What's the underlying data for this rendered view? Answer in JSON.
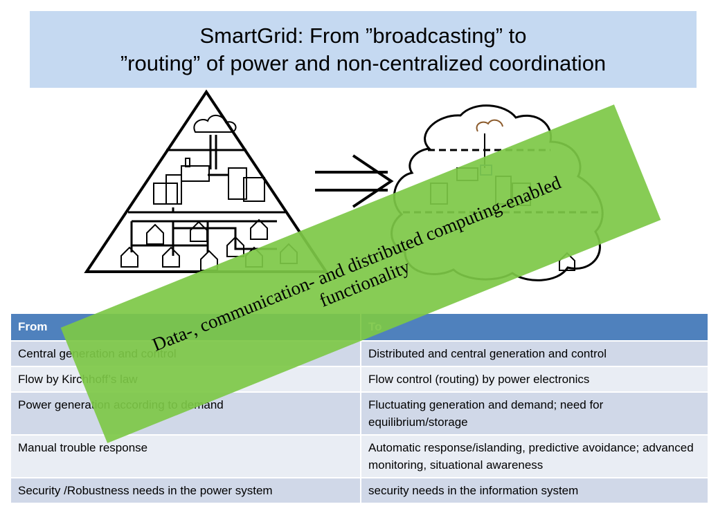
{
  "title": {
    "line1": "SmartGrid:  From ”broadcasting” to",
    "line2": "”routing” of power  and non-centralized coordination"
  },
  "illustration": {
    "left_icon": "traditional-grid-pyramid-icon",
    "arrow_icon": "double-arrow-icon",
    "right_icon": "smart-grid-cloud-icon"
  },
  "banner": {
    "line1": "Data-, communication- and distributed computing-enabled",
    "line2": "functionality"
  },
  "table": {
    "headers": [
      "From",
      "To"
    ],
    "rows": [
      [
        "Central generation and control",
        "Distributed and central generation and control"
      ],
      [
        "Flow by Kirchhoff’s law",
        "Flow control (routing) by power electronics"
      ],
      [
        "Power generation according to demand",
        "Fluctuating generation and demand; need for equilibrium/storage"
      ],
      [
        "Manual trouble response",
        "Automatic response/islanding, predictive avoidance; advanced monitoring, situational awareness"
      ],
      [
        "Security /Robustness needs in the power system",
        "security needs in the information system"
      ]
    ]
  },
  "colors": {
    "title_bg": "#c5d9f1",
    "header_bg": "#4f81bd",
    "row_odd": "#d0d8e8",
    "row_even": "#e9edf4",
    "banner": "#7dc846"
  }
}
